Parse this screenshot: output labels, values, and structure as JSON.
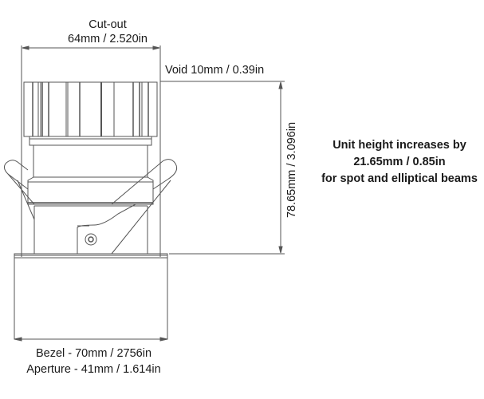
{
  "diagram": {
    "subject": "Recessed downlight dimension drawing",
    "colors": {
      "line": "#555555",
      "text": "#1a1a1a",
      "background": "#ffffff"
    }
  },
  "labels": {
    "cutout_title": "Cut-out",
    "cutout_value": "64mm / 2.520in",
    "void": "Void 10mm / 0.39in",
    "height": "78.65mm / 3.096in",
    "bezel": "Bezel - 70mm / 2756in",
    "aperture": "Aperture - 41mm / 1.614in"
  },
  "note": {
    "line1": "Unit height increases by",
    "line2": "21.65mm / 0.85in",
    "line3": "for spot and elliptical beams"
  }
}
